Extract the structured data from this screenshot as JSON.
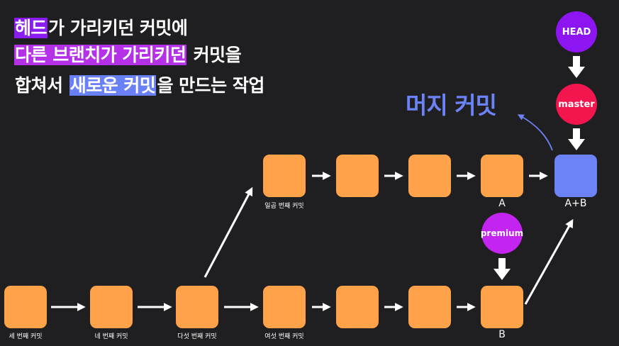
{
  "heading": {
    "line1": {
      "highlight": "헤드",
      "rest": "가 가리키던 커밋에"
    },
    "line2": {
      "highlight": "다른 브랜치가 가리키던",
      "rest": " 커밋을"
    },
    "line3": {
      "pre": "합쳐서 ",
      "highlight": "새로운 커밋",
      "rest": "을 만드는 작업"
    }
  },
  "merge_commit_label": "머지 커밋",
  "pointers": {
    "head": "HEAD",
    "master": "master",
    "premium": "premium"
  },
  "commits": {
    "top": [
      {
        "caption": "일곱 번째 커밋"
      },
      {
        "caption": ""
      },
      {
        "caption": ""
      },
      {
        "caption": "A"
      },
      {
        "caption": "A+B"
      }
    ],
    "bottom": [
      {
        "caption": "세 번째 커밋"
      },
      {
        "caption": "네 번째 커밋"
      },
      {
        "caption": "다섯 번째 커밋"
      },
      {
        "caption": "여섯 번째 커밋"
      },
      {
        "caption": ""
      },
      {
        "caption": ""
      },
      {
        "caption": "B"
      }
    ]
  },
  "colors": {
    "background": "#1f1e20",
    "commit": "#ffa24a",
    "merge_commit": "#6b83f7",
    "head": "#8d15f2",
    "master": "#f2154e",
    "premium": "#c424ef"
  }
}
